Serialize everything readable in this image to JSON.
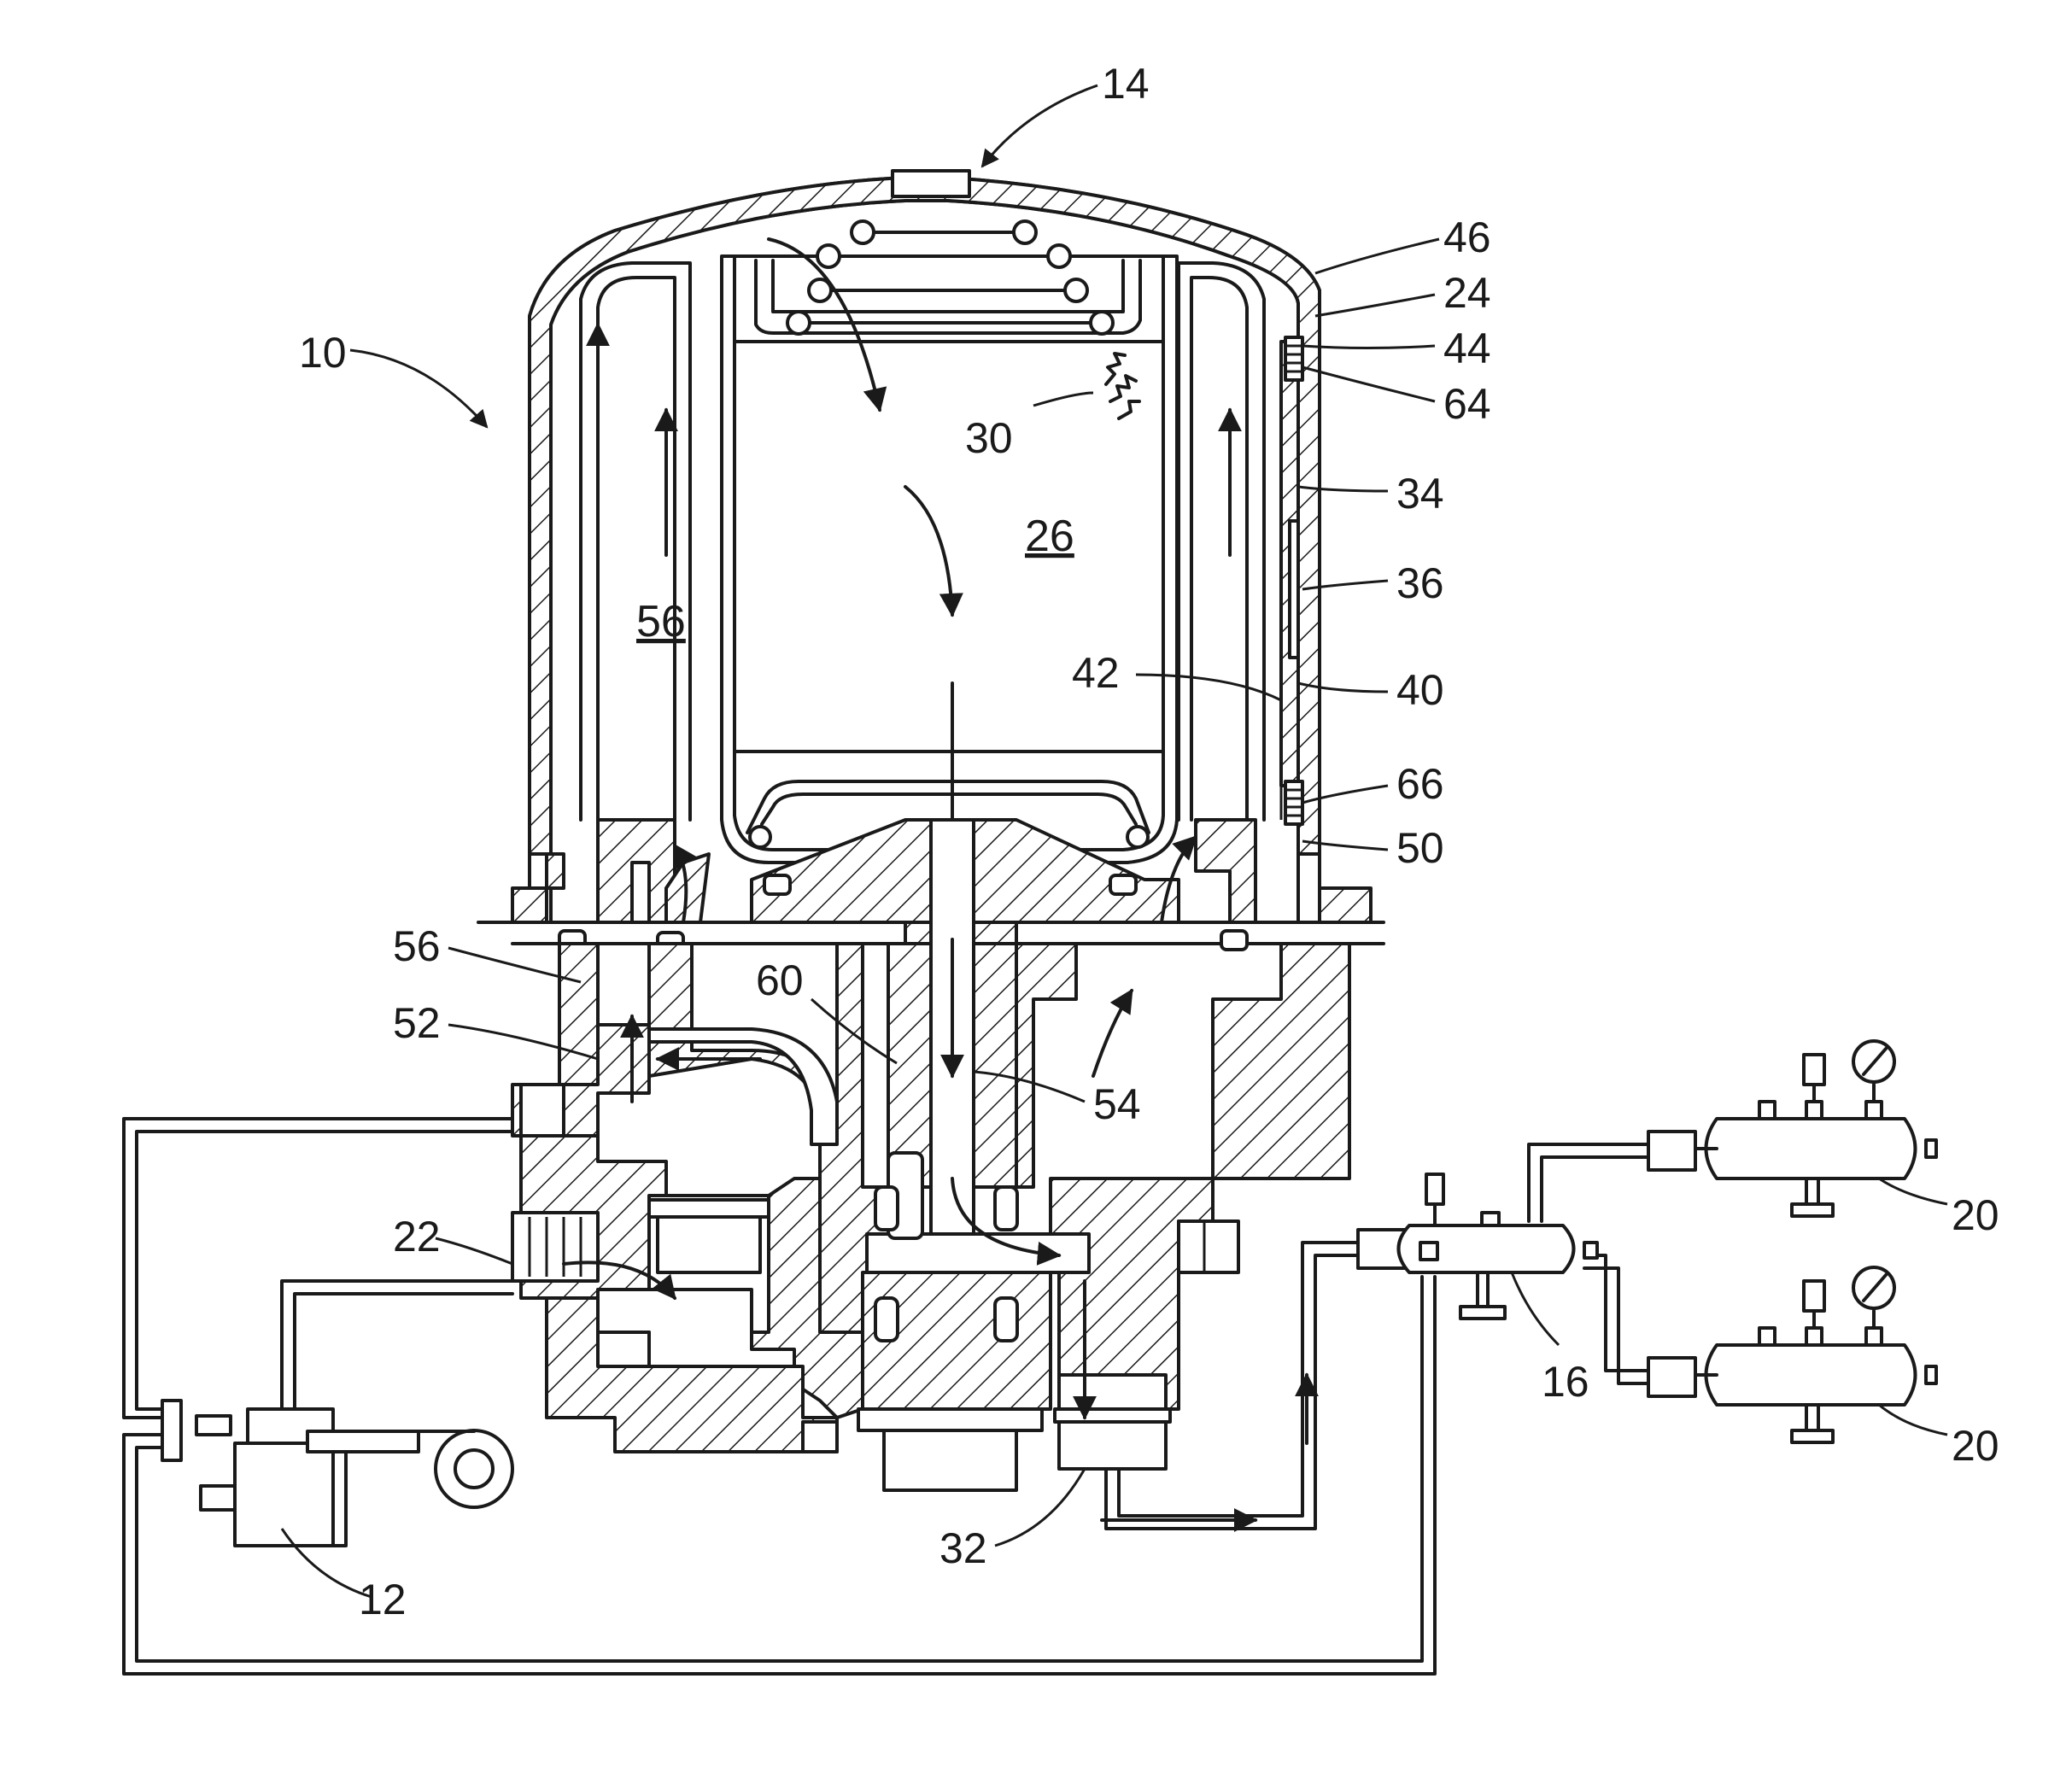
{
  "colors": {
    "ink": "#1a1a1a",
    "paper": "#ffffff"
  },
  "labels": {
    "l10": "10",
    "l12": "12",
    "l14": "14",
    "l16": "16",
    "l20a": "20",
    "l20b": "20",
    "l22": "22",
    "l24": "24",
    "l26": "26",
    "l30": "30",
    "l32": "32",
    "l34": "34",
    "l36": "36",
    "l40": "40",
    "l42": "42",
    "l44": "44",
    "l46": "46",
    "l50": "50",
    "l52": "52",
    "l54": "54",
    "l56a": "56",
    "l56b": "56",
    "l60": "60",
    "l64": "64",
    "l66": "66"
  }
}
